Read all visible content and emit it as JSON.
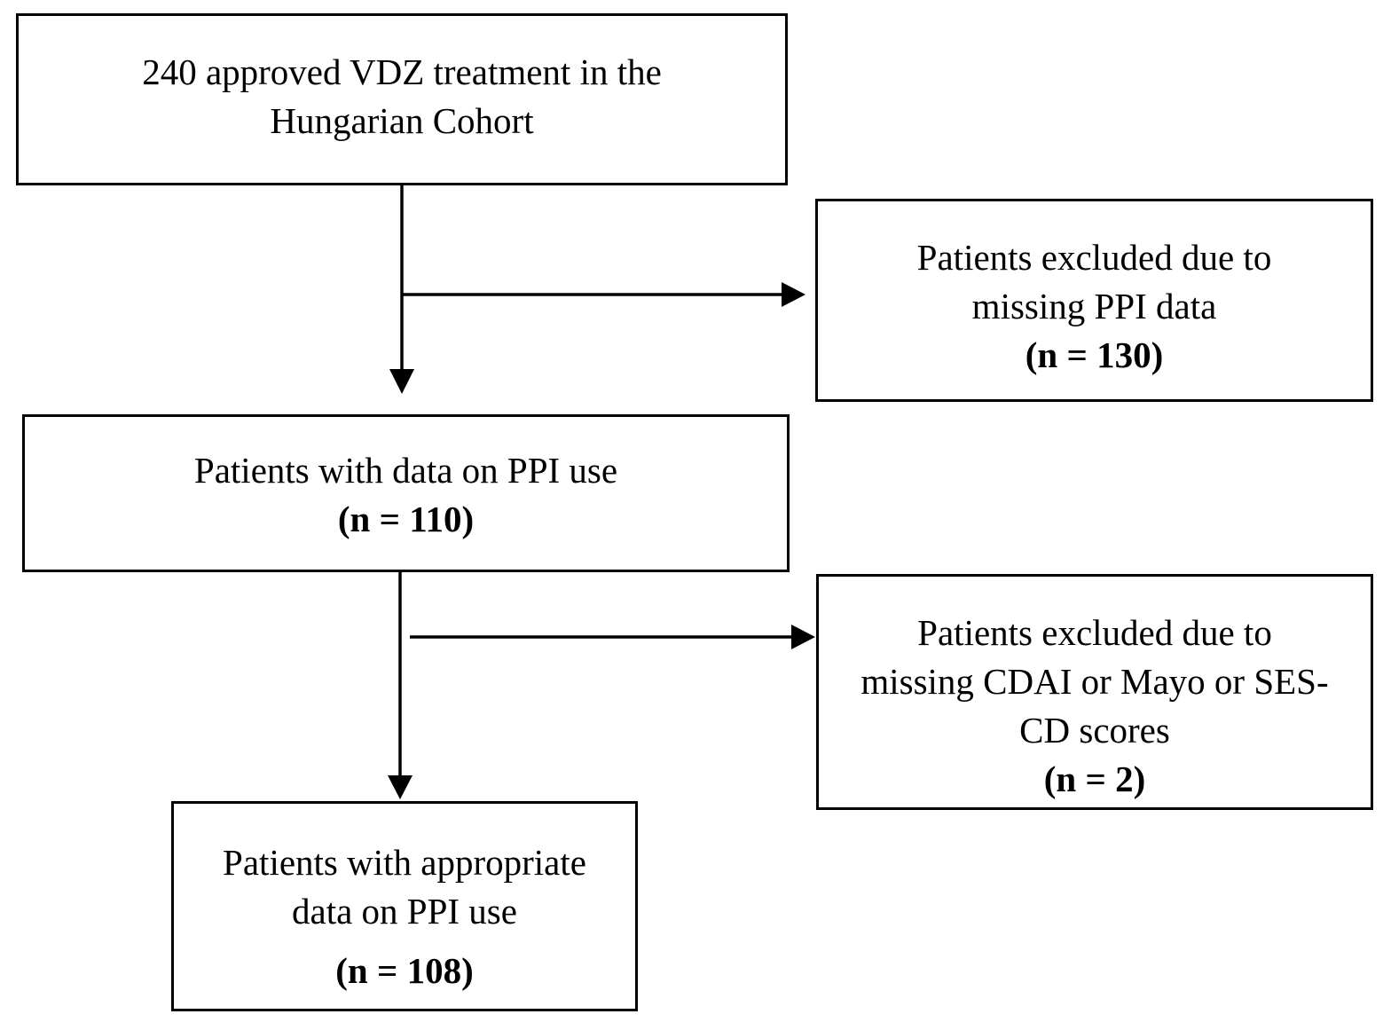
{
  "figure": {
    "type": "flowchart",
    "background_color": "#ffffff",
    "ink_color": "#000000",
    "boxes": {
      "initial": {
        "line1": "240 approved VDZ treatment in the",
        "line2": "Hungarian Cohort"
      },
      "excluded_ppi": {
        "line1": "Patients excluded due to",
        "line2": "missing PPI data",
        "n": "(n = 130)"
      },
      "ppi_data": {
        "line1": "Patients with data on PPI use",
        "n": "(n = 110)"
      },
      "excluded_scores": {
        "line1": "Patients excluded due to",
        "line2": "missing CDAI or Mayo or SES-",
        "line3": "CD scores",
        "n": "(n = 2)"
      },
      "appropriate": {
        "line1": "Patients with appropriate",
        "line2": "data on PPI use",
        "n": "(n = 108)"
      }
    },
    "counts": {
      "approved": 240,
      "excluded_missing_ppi": 130,
      "with_ppi_data": 110,
      "excluded_missing_scores": 2,
      "with_appropriate_data": 108
    }
  }
}
